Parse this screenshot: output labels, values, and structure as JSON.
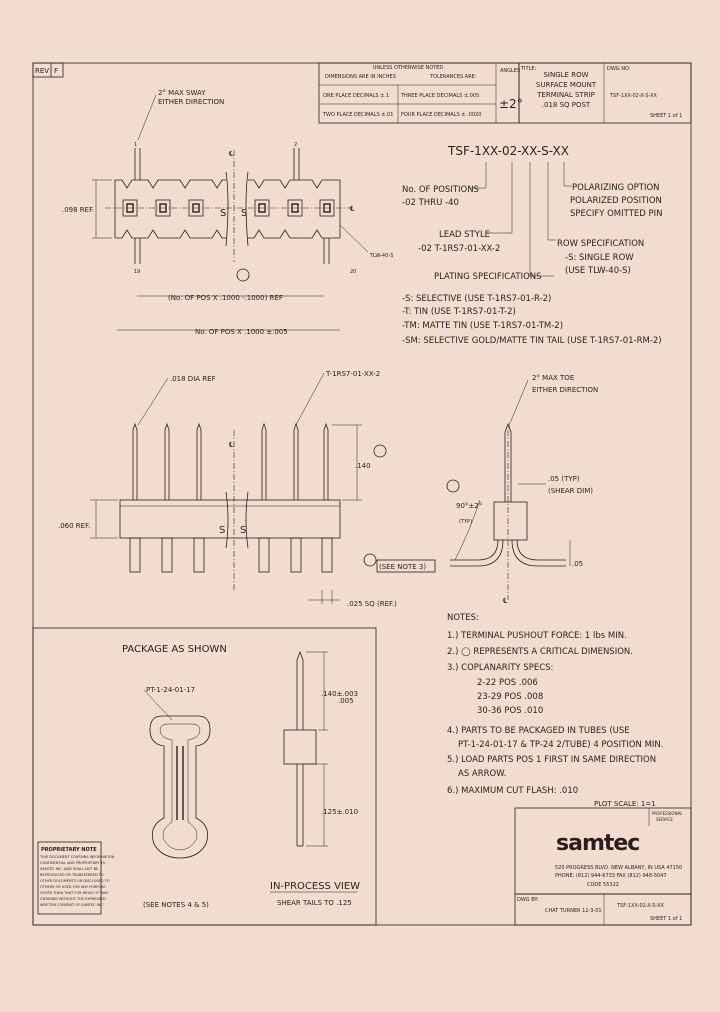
{
  "rev": {
    "label": "REV",
    "value": "F"
  },
  "tolerances": {
    "heading": "UNLESS OTHERWISE NOTED",
    "dims_in_inches": "DIMENSIONS ARE IN INCHES",
    "tolerances_are": "TOLERANCES ARE:",
    "one_place": "ONE PLACE DECIMALS ±.1",
    "two_place": "TWO PLACE DECIMALS ±.01",
    "three_place": "THREE PLACE DECIMALS ±.005",
    "four_place": "FOUR PLACE DECIMALS ± .0020",
    "angles_label": "ANGLES",
    "angles_value": "±2°"
  },
  "title_block": {
    "title_label": "TITLE:",
    "title_lines": [
      "SINGLE ROW",
      "SURFACE MOUNT",
      "TERMINAL STRIP",
      ".018 SQ POST"
    ],
    "dwg_label": "DWG NO:",
    "dwg_no": "TSF-1XX-02-X-S-XX",
    "sheet": "SHEET 1 of 1"
  },
  "part_number": {
    "code": "TSF-1XX-02-XX-S-XX",
    "positions_label": "No. OF POSITIONS",
    "positions_range": "-02 THRU -40",
    "lead_style_label": "LEAD STYLE",
    "lead_style_value": "-02 T-1RS7-01-XX-2",
    "plating_label": "PLATING SPECIFICATIONS",
    "plating_items": [
      "-S: SELECTIVE (USE T-1RS7-01-R-2)",
      "-T: TIN (USE T-1RS7-01-T-2)",
      "-TM: MATTE TIN (USE T-1RS7-01-TM-2)",
      "-SM: SELECTIVE GOLD/MATTE TIN TAIL (USE T-1RS7-01-RM-2)"
    ],
    "polarizing_label": "POLARIZING OPTION",
    "polarizing_lines": [
      "POLARIZED POSITION",
      "SPECIFY OMITTED PIN"
    ],
    "row_label": "ROW SPECIFICATION",
    "row_lines": [
      "-S: SINGLE ROW",
      "(USE TLW-40-S)"
    ]
  },
  "top_view": {
    "sway_note": [
      "2° MAX SWAY",
      "EITHER DIRECTION"
    ],
    "pin1": "1",
    "pin2": "2",
    "pin19": "19",
    "pin20": "20",
    "ref_098": ".098 REF.",
    "tlw": "TLW-40-S",
    "s_mark": "S",
    "cl": "℄",
    "dim1": "(No. OF POS X .1000 -.1000) REF",
    "dim2": "No. OF POS X .1000 ±.005"
  },
  "front_view": {
    "dia_ref": ".018 DIA REF",
    "term_ref": "T-1RS7-01-XX-2",
    "dim_140": ".140",
    "dim_060": ".060 REF.",
    "dim_025": ".025 SQ (REF.)",
    "s_mark": "S"
  },
  "side_view": {
    "toe_note": [
      "2° MAX TOE",
      "EITHER DIRECTION"
    ],
    "shear_dim": ".05 (TYP)",
    "shear_label": "(SHEAR DIM)",
    "angle": "90°±2°",
    "typ": "(TYP)",
    "dim_05": ".05",
    "see_note": "(SEE NOTE 3)"
  },
  "notes": {
    "heading": "NOTES:",
    "items": [
      "1.) TERMINAL PUSHOUT FORCE: 1 lbs MIN.",
      "2.) ◯ REPRESENTS A CRITICAL DIMENSION.",
      "3.) COPLANARITY SPECS:",
      "2-22 POS .006",
      "23-29 POS .008",
      "30-36 POS .010",
      "4.) PARTS TO BE PACKAGED IN TUBES (USE",
      "PT-1-24-01-17 & TP-24 2/TUBE) 4 POSITION MIN.",
      "5.) LOAD PARTS POS 1 FIRST IN SAME DIRECTION",
      "AS ARROW.",
      "6.) MAXIMUM CUT FLASH: .010"
    ]
  },
  "package": {
    "heading": "PACKAGE AS SHOWN",
    "tube_ref": "PT-1-24-01-17",
    "see_notes": "(SEE NOTES 4 & 5)",
    "proprietary_heading": "PROPRIETARY NOTE",
    "proprietary_lines": [
      "THIS DOCUMENT CONTAINS INFORMATION",
      "CONFIDENTIAL AND PROPRIETARY TO",
      "SAMTEC INC. AND SHALL NOT BE",
      "REPRODUCED OR TRANSFERRED TO",
      "OTHER DOCUMENTS OR DISCLOSED TO",
      "OTHERS OR USED FOR ANY PURPOSE",
      "OTHER THAN THAT FOR WHICH IT WAS",
      "OBTAINED WITHOUT THE EXPRESSED",
      "WRITTEN CONSENT OF SAMTEC INC."
    ]
  },
  "inprocess": {
    "heading": "IN-PROCESS VIEW",
    "sub": "SHEAR TAILS TO .125",
    "dim_140": ".140±.003",
    "dim_140b": ".005",
    "dim_125": ".125±.010"
  },
  "footer": {
    "plot_scale": "PLOT SCALE: 1=1",
    "brand": "samtec",
    "address1": "520 PROGRESS BLVD. NEW ALBANY, IN USA 47150",
    "address2": "PHONE: (812) 944-6733 FAX (812) 948-5047",
    "code": "CODE 55322",
    "dwg_by_label": "DWG BY:",
    "dwg_by": "CHAT TURNER 12-3-01",
    "dwg_no": "TSF-1XX-02-X-S-XX",
    "sheet": "SHEET 1 of 1",
    "corner1": "PROFESSIONAL",
    "corner2": "SERVICE"
  },
  "colors": {
    "paper": "#f1dccf",
    "ink": "#2a1e1c"
  }
}
